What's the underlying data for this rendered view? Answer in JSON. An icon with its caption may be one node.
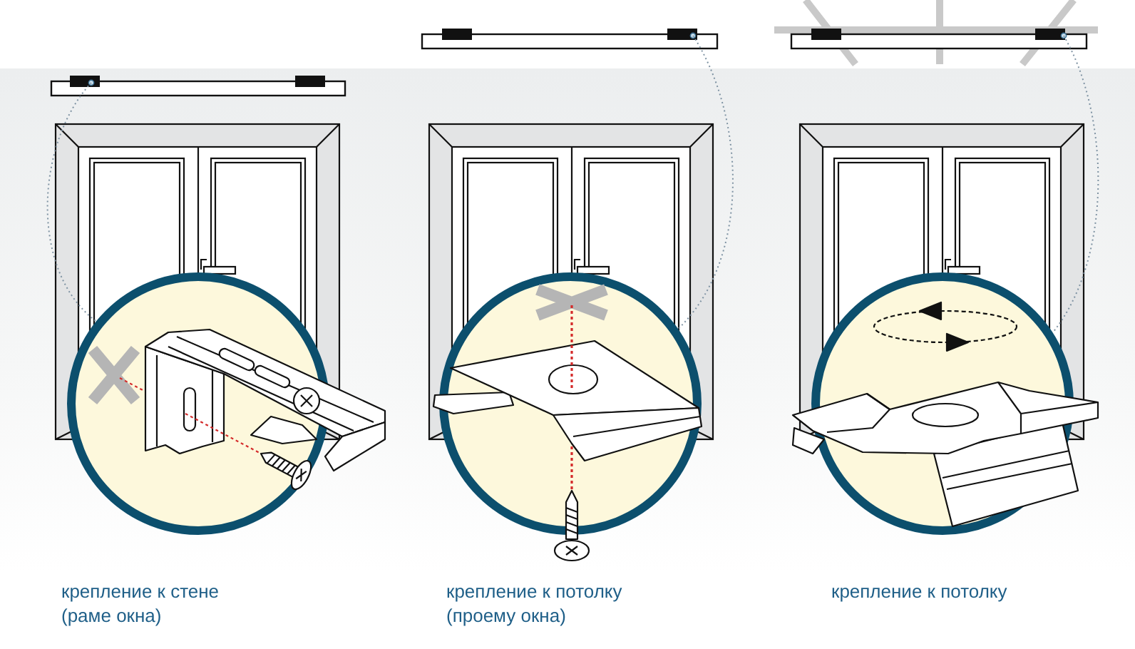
{
  "diagram": {
    "nodes": [
      {
        "text": [],
        "shape": "bar"
      },
      {
        "text": [],
        "shape": "circle",
        "beside": [
          "крепление к стене (раме окна)"
        ]
      },
      {
        "text": [],
        "shape": "bar"
      },
      {
        "text": [],
        "shape": "circle",
        "beside": [
          "крепление к потолку (проему окна)"
        ]
      },
      {
        "text": [],
        "shape": "bar"
      },
      {
        "text": [],
        "shape": "circle",
        "beside": [
          "крепление к потолку"
        ]
      }
    ],
    "edges": [
      {
        "from": 0,
        "to": 1,
        "arrow": "none",
        "style": "dashed"
      },
      {
        "from": 2,
        "to": 3,
        "arrow": "none",
        "style": "dashed"
      },
      {
        "from": 4,
        "to": 5,
        "arrow": "none",
        "style": "dashed"
      }
    ]
  }
}
